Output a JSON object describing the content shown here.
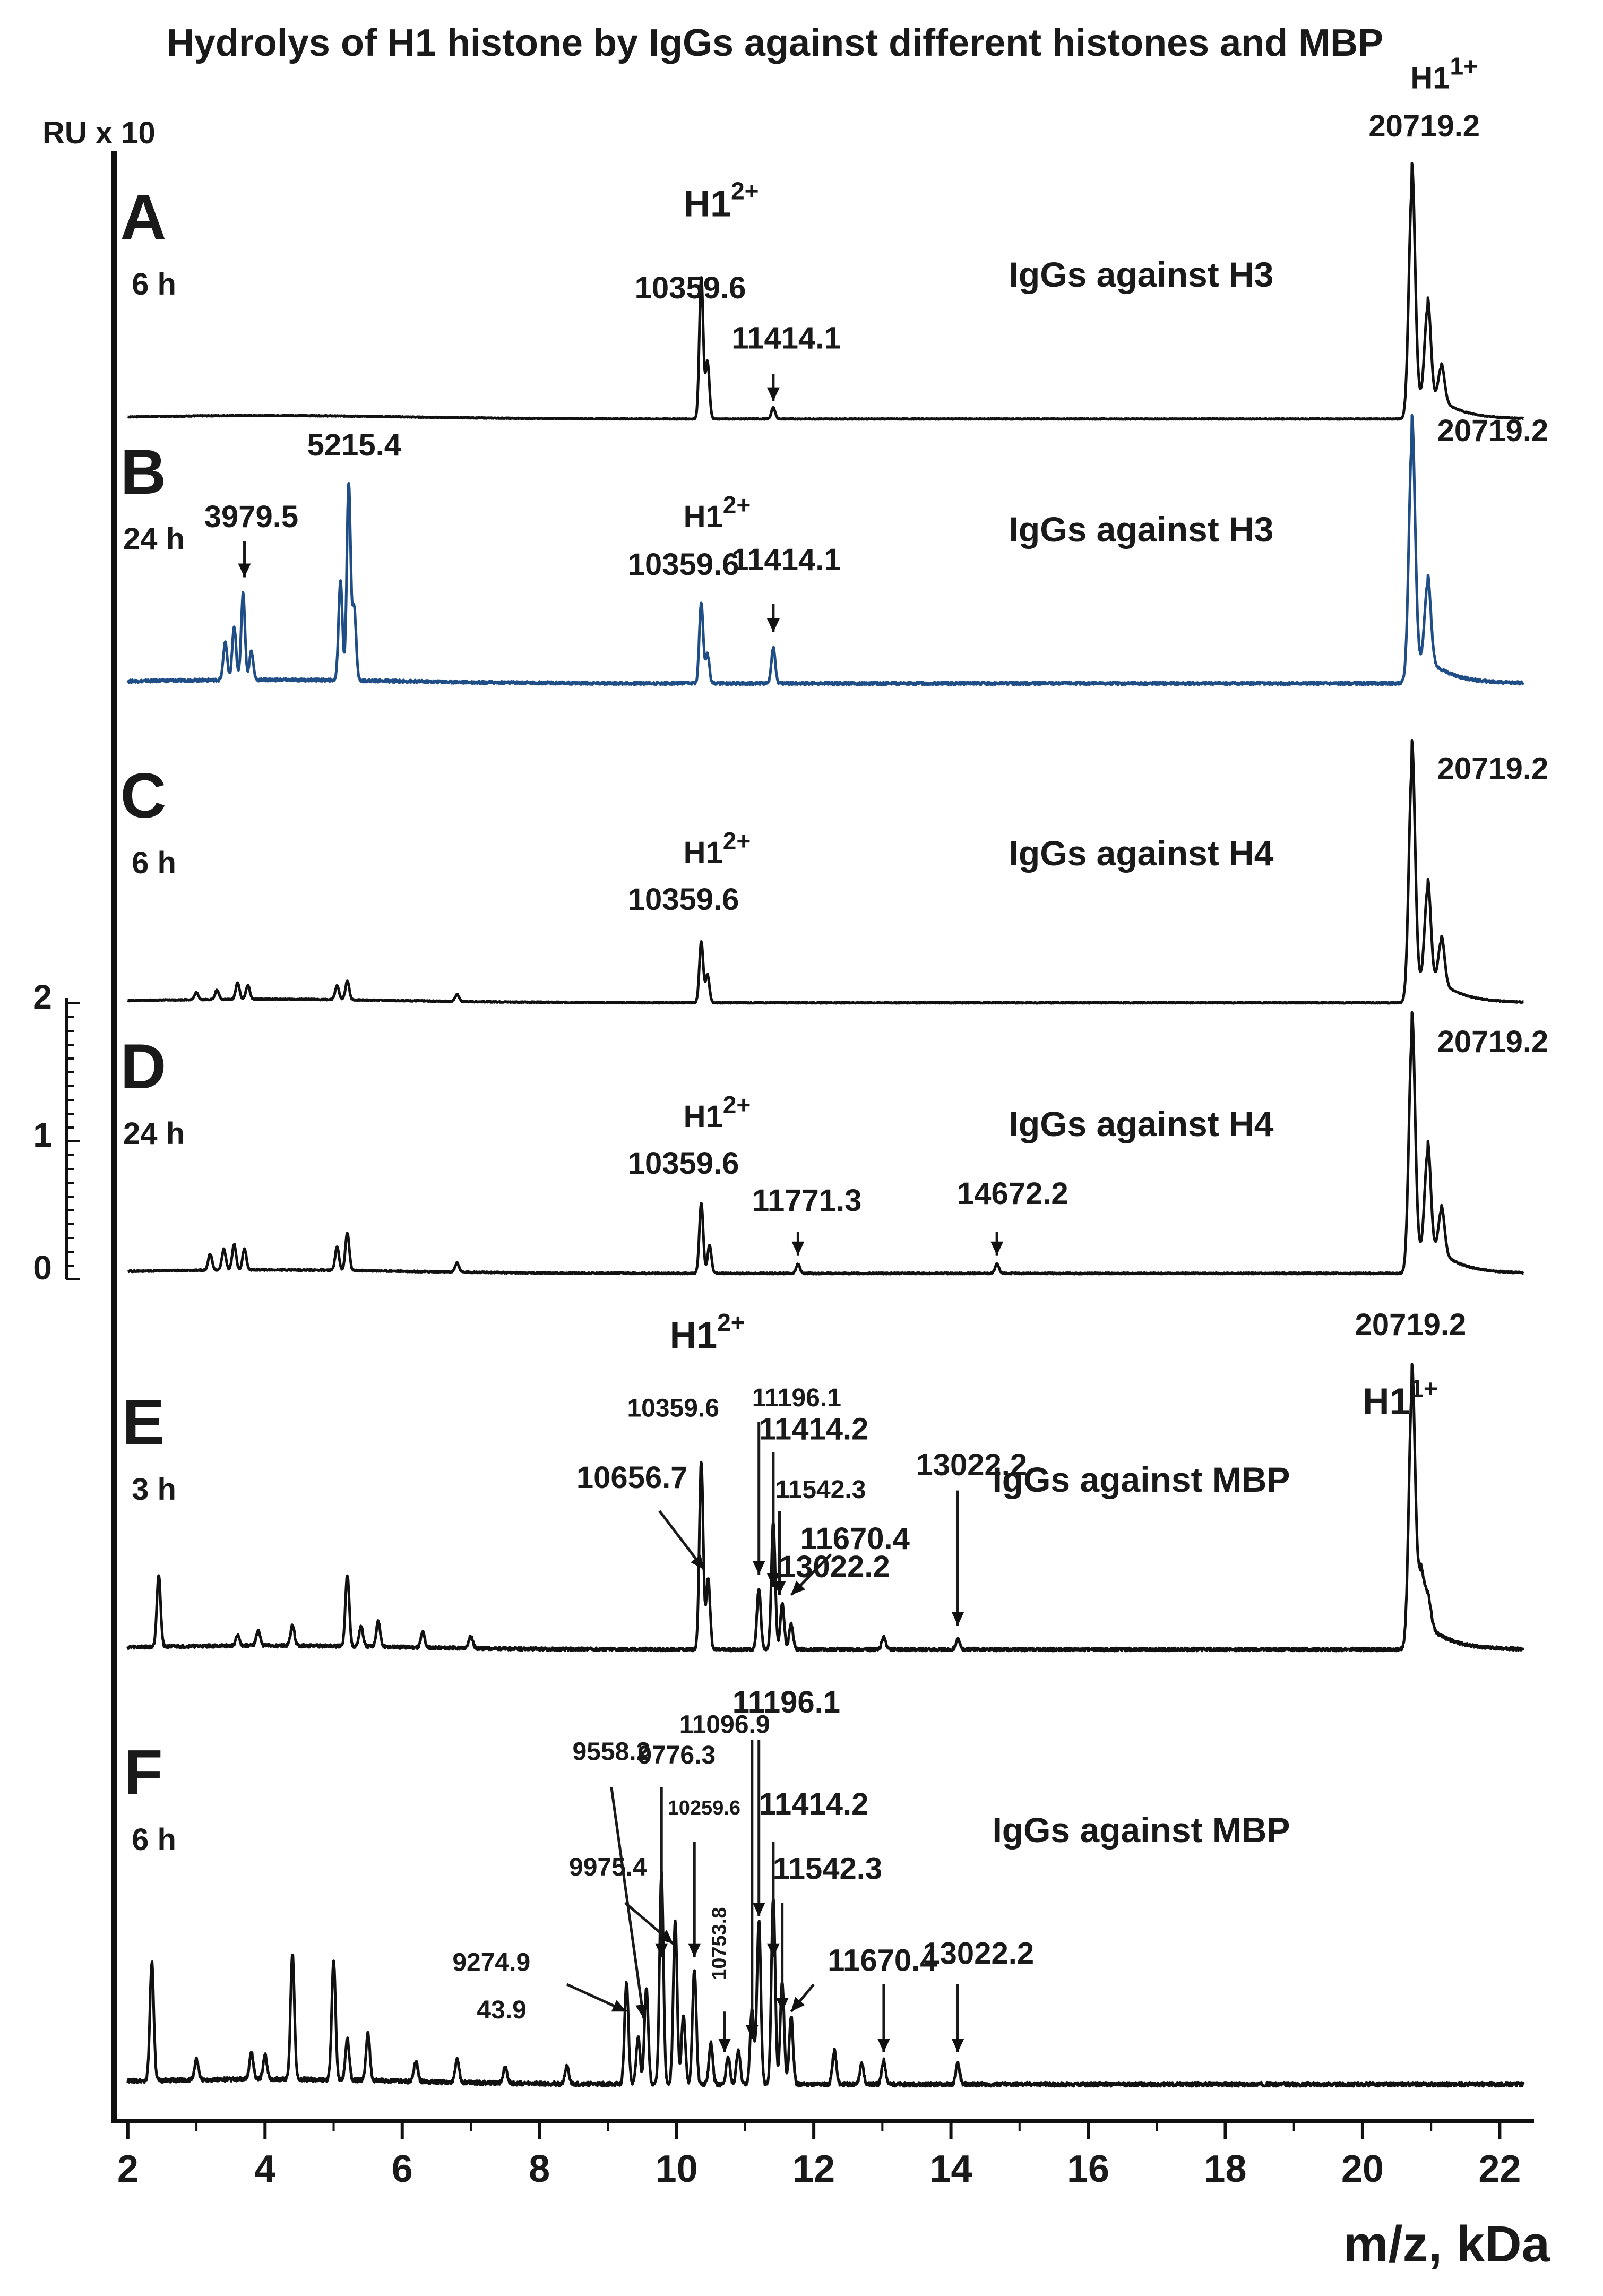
{
  "chart_data": {
    "type": "line",
    "title": "Hydrolys of H1 histone by IgGs against different histones and MBP",
    "xlabel": "m/z, kDa",
    "ylabel": "RU x 10",
    "xlim": [
      1.8,
      22.5
    ],
    "xticks": [
      "2",
      "4",
      "6",
      "8",
      "10",
      "12",
      "14",
      "16",
      "18",
      "20",
      "22"
    ],
    "scale_bar": {
      "ticks": [
        "2",
        "1",
        "0"
      ]
    },
    "colors": {
      "default": "#111111",
      "panel_B": "#1f4e87"
    },
    "panels": [
      {
        "letter": "A",
        "time": "6 h",
        "description": "IgGs against H3",
        "color": "#111111",
        "peaks": [
          {
            "x": 10.36,
            "h": 0.62
          },
          {
            "x": 10.45,
            "h": 0.25
          },
          {
            "x": 11.41,
            "h": 0.05
          },
          {
            "x": 20.72,
            "h": 1.0
          },
          {
            "x": 20.95,
            "h": 0.42
          },
          {
            "x": 21.15,
            "h": 0.16
          }
        ],
        "labels": [
          {
            "text": "H1",
            "sup": "2+",
            "x": 10.1,
            "y": 0.89,
            "style": "h1"
          },
          {
            "text": "10359.6",
            "x": 10.2,
            "y": 0.53,
            "style": "lbl"
          },
          {
            "text": "11414.1",
            "x": 11.6,
            "y": 0.31,
            "style": "lbl"
          },
          {
            "text": "H1",
            "sup": "1+",
            "x": 20.7,
            "y": 1.45,
            "style": "h1s"
          },
          {
            "text": "20719.2",
            "x": 20.9,
            "y": 1.24,
            "style": "lbl"
          }
        ],
        "arrows": [
          {
            "x": 11.41,
            "from": 0.2,
            "to": 0.08
          }
        ]
      },
      {
        "letter": "B",
        "time": "24 h",
        "description": "IgGs against H3",
        "color": "#1f4e87",
        "peaks": [
          {
            "x": 3.42,
            "h": 0.16
          },
          {
            "x": 3.55,
            "h": 0.22
          },
          {
            "x": 3.68,
            "h": 0.36
          },
          {
            "x": 3.8,
            "h": 0.12
          },
          {
            "x": 5.1,
            "h": 0.42
          },
          {
            "x": 5.22,
            "h": 0.82
          },
          {
            "x": 5.3,
            "h": 0.3
          },
          {
            "x": 10.36,
            "h": 0.34
          },
          {
            "x": 10.45,
            "h": 0.12
          },
          {
            "x": 11.41,
            "h": 0.15
          },
          {
            "x": 20.72,
            "h": 1.0
          },
          {
            "x": 20.95,
            "h": 0.35
          }
        ],
        "labels": [
          {
            "text": "5215.4",
            "x": 5.3,
            "y": 0.96,
            "style": "lbl"
          },
          {
            "text": "3979.5",
            "x": 3.8,
            "y": 0.66,
            "style": "lbl"
          },
          {
            "text": "H1",
            "sup": "2+",
            "x": 10.1,
            "y": 0.66,
            "style": "h1s"
          },
          {
            "text": "10359.6",
            "x": 10.1,
            "y": 0.46,
            "style": "lbl"
          },
          {
            "text": "11414.1",
            "x": 11.6,
            "y": 0.48,
            "style": "lbl"
          },
          {
            "text": "20719.2",
            "x": 21.9,
            "y": 1.02,
            "style": "lbl"
          }
        ],
        "arrows": [
          {
            "x": 3.7,
            "from": 0.6,
            "to": 0.45
          },
          {
            "x": 11.41,
            "from": 0.34,
            "to": 0.22
          }
        ]
      },
      {
        "letter": "C",
        "time": "6 h",
        "description": "IgGs against H4",
        "color": "#111111",
        "peaks": [
          {
            "x": 3.0,
            "h": 0.03
          },
          {
            "x": 3.3,
            "h": 0.04
          },
          {
            "x": 3.6,
            "h": 0.07
          },
          {
            "x": 3.75,
            "h": 0.06
          },
          {
            "x": 5.05,
            "h": 0.06
          },
          {
            "x": 5.2,
            "h": 0.08
          },
          {
            "x": 6.8,
            "h": 0.03
          },
          {
            "x": 10.36,
            "h": 0.26
          },
          {
            "x": 10.45,
            "h": 0.12
          },
          {
            "x": 20.72,
            "h": 1.0
          },
          {
            "x": 20.95,
            "h": 0.42
          },
          {
            "x": 21.15,
            "h": 0.2
          }
        ],
        "labels": [
          {
            "text": "H1",
            "sup": "2+",
            "x": 10.1,
            "y": 0.6,
            "style": "h1s"
          },
          {
            "text": "10359.6",
            "x": 10.1,
            "y": 0.4,
            "style": "lbl"
          },
          {
            "text": "20719.2",
            "x": 21.9,
            "y": 0.96,
            "style": "lbl"
          }
        ],
        "arrows": []
      },
      {
        "letter": "D",
        "time": "24 h",
        "description": "IgGs against H4",
        "color": "#111111",
        "peaks": [
          {
            "x": 3.2,
            "h": 0.07
          },
          {
            "x": 3.4,
            "h": 0.09
          },
          {
            "x": 3.55,
            "h": 0.11
          },
          {
            "x": 3.7,
            "h": 0.09
          },
          {
            "x": 5.05,
            "h": 0.1
          },
          {
            "x": 5.2,
            "h": 0.16
          },
          {
            "x": 6.8,
            "h": 0.04
          },
          {
            "x": 10.36,
            "h": 0.3
          },
          {
            "x": 10.48,
            "h": 0.12
          },
          {
            "x": 11.77,
            "h": 0.04
          },
          {
            "x": 14.67,
            "h": 0.04
          },
          {
            "x": 20.72,
            "h": 1.0
          },
          {
            "x": 20.95,
            "h": 0.45
          },
          {
            "x": 21.15,
            "h": 0.2
          }
        ],
        "labels": [
          {
            "text": "H1",
            "sup": "2+",
            "x": 10.1,
            "y": 0.63,
            "style": "h1s"
          },
          {
            "text": "10359.6",
            "x": 10.1,
            "y": 0.43,
            "style": "lbl"
          },
          {
            "text": "11771.3",
            "x": 11.9,
            "y": 0.27,
            "style": "lbl"
          },
          {
            "text": "14672.2",
            "x": 14.9,
            "y": 0.3,
            "style": "lbl"
          },
          {
            "text": "20719.2",
            "x": 21.9,
            "y": 0.95,
            "style": "lbl"
          }
        ],
        "arrows": [
          {
            "x": 11.77,
            "from": 0.18,
            "to": 0.08
          },
          {
            "x": 14.67,
            "from": 0.18,
            "to": 0.08
          }
        ]
      },
      {
        "letter": "E",
        "time": "3 h",
        "description": "IgGs against MBP",
        "color": "#111111",
        "peaks": [
          {
            "x": 2.45,
            "h": 0.28
          },
          {
            "x": 3.6,
            "h": 0.04
          },
          {
            "x": 3.9,
            "h": 0.06
          },
          {
            "x": 4.4,
            "h": 0.08
          },
          {
            "x": 5.2,
            "h": 0.28
          },
          {
            "x": 5.4,
            "h": 0.08
          },
          {
            "x": 5.65,
            "h": 0.1
          },
          {
            "x": 6.3,
            "h": 0.06
          },
          {
            "x": 7.0,
            "h": 0.05
          },
          {
            "x": 10.36,
            "h": 0.74
          },
          {
            "x": 10.46,
            "h": 0.28
          },
          {
            "x": 11.2,
            "h": 0.24
          },
          {
            "x": 11.41,
            "h": 0.5
          },
          {
            "x": 11.54,
            "h": 0.18
          },
          {
            "x": 11.67,
            "h": 0.1
          },
          {
            "x": 13.02,
            "h": 0.05
          },
          {
            "x": 14.1,
            "h": 0.04
          },
          {
            "x": 20.72,
            "h": 1.0
          },
          {
            "x": 20.85,
            "h": 0.2
          },
          {
            "x": 20.95,
            "h": 0.12
          }
        ],
        "labels": [
          {
            "text": "H1",
            "sup": "2+",
            "x": 9.9,
            "y": 1.19,
            "style": "h1"
          },
          {
            "text": "10359.6",
            "x": 9.95,
            "y": 0.92,
            "style": "lbl-s"
          },
          {
            "text": "11196.1",
            "x": 11.75,
            "y": 0.96,
            "style": "lbl-s"
          },
          {
            "text": "11414.2",
            "x": 12.0,
            "y": 0.83,
            "style": "lbl"
          },
          {
            "text": "10656.7",
            "x": 9.35,
            "y": 0.64,
            "style": "lbl"
          },
          {
            "text": "11542.3",
            "x": 12.1,
            "y": 0.6,
            "style": "lbl-s"
          },
          {
            "text": "13022.2",
            "x": 14.3,
            "y": 0.69,
            "style": "lbl"
          },
          {
            "text": "11670.4",
            "x": 12.6,
            "y": 0.4,
            "style": "lbl"
          },
          {
            "text": "13022.2",
            "x": 12.3,
            "y": 0.29,
            "style": "lbl"
          },
          {
            "text": "IgGs against MBP",
            "x": 0,
            "y": 0,
            "style": "none"
          },
          {
            "text": "20719.2",
            "x": 20.7,
            "y": 1.24,
            "style": "lbl"
          },
          {
            "text": "H1",
            "sup": "1+",
            "x": 20.0,
            "y": 0.93,
            "style": "h1"
          }
        ],
        "arrows": [
          {
            "x": 10.4,
            "from": 0.55,
            "to": 0.32,
            "x0": 9.75
          },
          {
            "x": 11.2,
            "from": 0.9,
            "to": 0.3
          },
          {
            "x": 11.41,
            "from": 0.78,
            "to": 0.25
          },
          {
            "x": 11.5,
            "from": 0.55,
            "to": 0.22
          },
          {
            "x": 11.67,
            "from": 0.38,
            "to": 0.22,
            "x0": 12.25
          },
          {
            "x": 14.1,
            "from": 0.63,
            "to": 0.1
          }
        ]
      },
      {
        "letter": "F",
        "time": "6 h",
        "description": "IgGs against MBP",
        "color": "#111111",
        "peaks": [
          {
            "x": 2.35,
            "h": 0.35
          },
          {
            "x": 3.0,
            "h": 0.06
          },
          {
            "x": 3.8,
            "h": 0.08
          },
          {
            "x": 4.0,
            "h": 0.07
          },
          {
            "x": 4.4,
            "h": 0.37
          },
          {
            "x": 5.0,
            "h": 0.35
          },
          {
            "x": 5.2,
            "h": 0.12
          },
          {
            "x": 5.5,
            "h": 0.14
          },
          {
            "x": 6.2,
            "h": 0.06
          },
          {
            "x": 6.8,
            "h": 0.07
          },
          {
            "x": 7.5,
            "h": 0.05
          },
          {
            "x": 8.4,
            "h": 0.05
          },
          {
            "x": 9.27,
            "h": 0.3
          },
          {
            "x": 9.44,
            "h": 0.14
          },
          {
            "x": 9.56,
            "h": 0.28
          },
          {
            "x": 9.78,
            "h": 0.62
          },
          {
            "x": 9.98,
            "h": 0.48
          },
          {
            "x": 10.1,
            "h": 0.2
          },
          {
            "x": 10.26,
            "h": 0.34
          },
          {
            "x": 10.5,
            "h": 0.12
          },
          {
            "x": 10.75,
            "h": 0.08
          },
          {
            "x": 10.9,
            "h": 0.1
          },
          {
            "x": 11.1,
            "h": 0.22
          },
          {
            "x": 11.2,
            "h": 0.48
          },
          {
            "x": 11.41,
            "h": 0.55
          },
          {
            "x": 11.54,
            "h": 0.3
          },
          {
            "x": 11.67,
            "h": 0.2
          },
          {
            "x": 12.3,
            "h": 0.1
          },
          {
            "x": 12.7,
            "h": 0.06
          },
          {
            "x": 13.02,
            "h": 0.07
          },
          {
            "x": 14.1,
            "h": 0.06
          }
        ],
        "labels": [
          {
            "text": "11196.1",
            "x": 11.6,
            "y": 1.1,
            "style": "lbl"
          },
          {
            "text": "11096.9",
            "x": 10.7,
            "y": 1.04,
            "style": "lbl-s"
          },
          {
            "text": "9558.2",
            "x": 9.05,
            "y": 0.96,
            "style": "lbl-s"
          },
          {
            "text": "9776.3",
            "x": 10.0,
            "y": 0.95,
            "style": "lbl-s"
          },
          {
            "text": "10259.6",
            "x": 10.4,
            "y": 0.8,
            "style": "lbl-xs"
          },
          {
            "text": "11414.2",
            "x": 12.0,
            "y": 0.8,
            "style": "lbl"
          },
          {
            "text": "9975.4",
            "x": 9.0,
            "y": 0.62,
            "style": "lbl-s"
          },
          {
            "text": "11542.3",
            "x": 12.2,
            "y": 0.61,
            "style": "lbl"
          },
          {
            "text": "9274.9",
            "x": 7.3,
            "y": 0.34,
            "style": "lbl-s"
          },
          {
            "text": "11670.4",
            "x": 13.0,
            "y": 0.34,
            "style": "lbl"
          },
          {
            "text": "13022.2",
            "x": 14.4,
            "y": 0.36,
            "style": "lbl"
          },
          {
            "text": "43.9",
            "x": 7.45,
            "y": 0.2,
            "style": "lbl-s"
          }
        ],
        "rotated_labels": [
          {
            "text": "10753.8",
            "x": 10.72,
            "y": 0.42
          }
        ],
        "arrows": [
          {
            "x": 9.52,
            "from": 0.88,
            "to": 0.2,
            "x0": 9.05
          },
          {
            "x": 9.78,
            "from": 0.88,
            "to": 0.38
          },
          {
            "x": 9.95,
            "from": 0.54,
            "to": 0.42,
            "x0": 9.25
          },
          {
            "x": 9.27,
            "from": 0.3,
            "to": 0.22,
            "x0": 8.4
          },
          {
            "x": 10.26,
            "from": 0.72,
            "to": 0.38
          },
          {
            "x": 10.7,
            "from": 0.22,
            "to": 0.1
          },
          {
            "x": 11.1,
            "from": 1.02,
            "to": 0.14
          },
          {
            "x": 11.2,
            "from": 1.02,
            "to": 0.5
          },
          {
            "x": 11.41,
            "from": 0.72,
            "to": 0.38
          },
          {
            "x": 11.54,
            "from": 0.54,
            "to": 0.22
          },
          {
            "x": 11.67,
            "from": 0.3,
            "to": 0.22,
            "x0": 12.0
          },
          {
            "x": 13.02,
            "from": 0.3,
            "to": 0.1
          },
          {
            "x": 14.1,
            "from": 0.3,
            "to": 0.1
          }
        ]
      }
    ]
  }
}
